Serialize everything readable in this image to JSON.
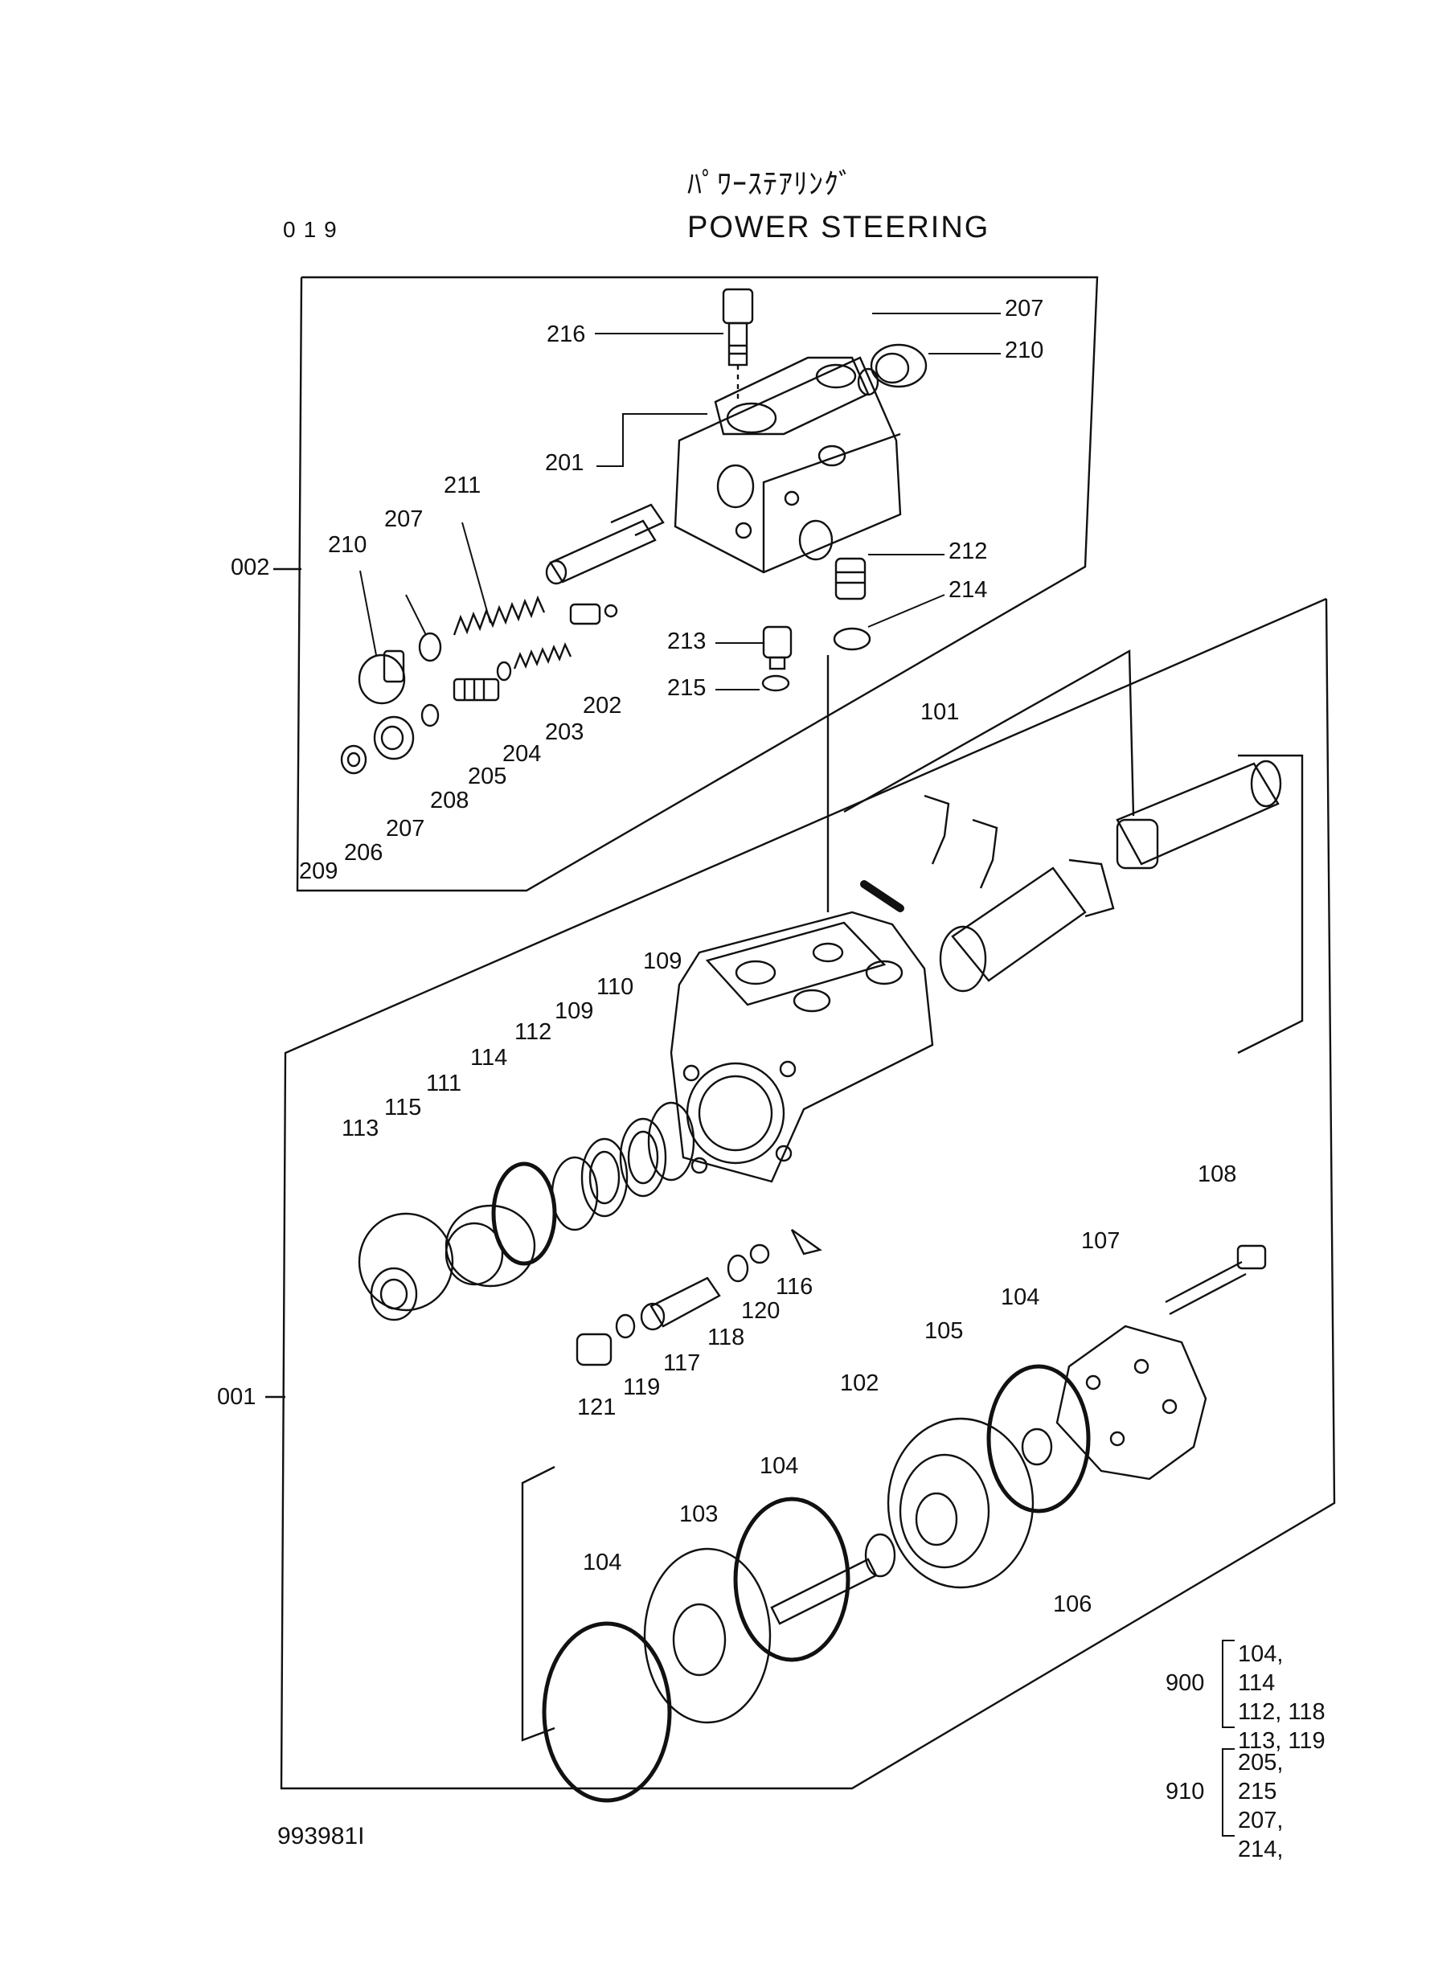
{
  "header": {
    "title_jp": "ﾊﾟﾜｰｽﾃｱﾘﾝｸﾞ",
    "title_en": "POWER STEERING",
    "page_number": "019"
  },
  "footer": {
    "document_number": "993981I"
  },
  "assemblies": [
    {
      "id": "002",
      "label": "002"
    },
    {
      "id": "001",
      "label": "001"
    }
  ],
  "part_labels": [
    "216",
    "207",
    "210",
    "201",
    "211",
    "207",
    "210",
    "212",
    "214",
    "213",
    "215",
    "202",
    "203",
    "204",
    "205",
    "208",
    "207",
    "206",
    "209",
    "101",
    "109",
    "110",
    "109",
    "112",
    "114",
    "111",
    "115",
    "113",
    "116",
    "120",
    "118",
    "117",
    "119",
    "121",
    "108",
    "107",
    "104",
    "105",
    "102",
    "104",
    "103",
    "104",
    "106"
  ],
  "kits": [
    {
      "code": "900",
      "items": [
        "104, 114",
        "112, 118",
        "113, 119"
      ]
    },
    {
      "code": "910",
      "items": [
        "205, 215",
        "207,",
        "214,"
      ]
    }
  ]
}
